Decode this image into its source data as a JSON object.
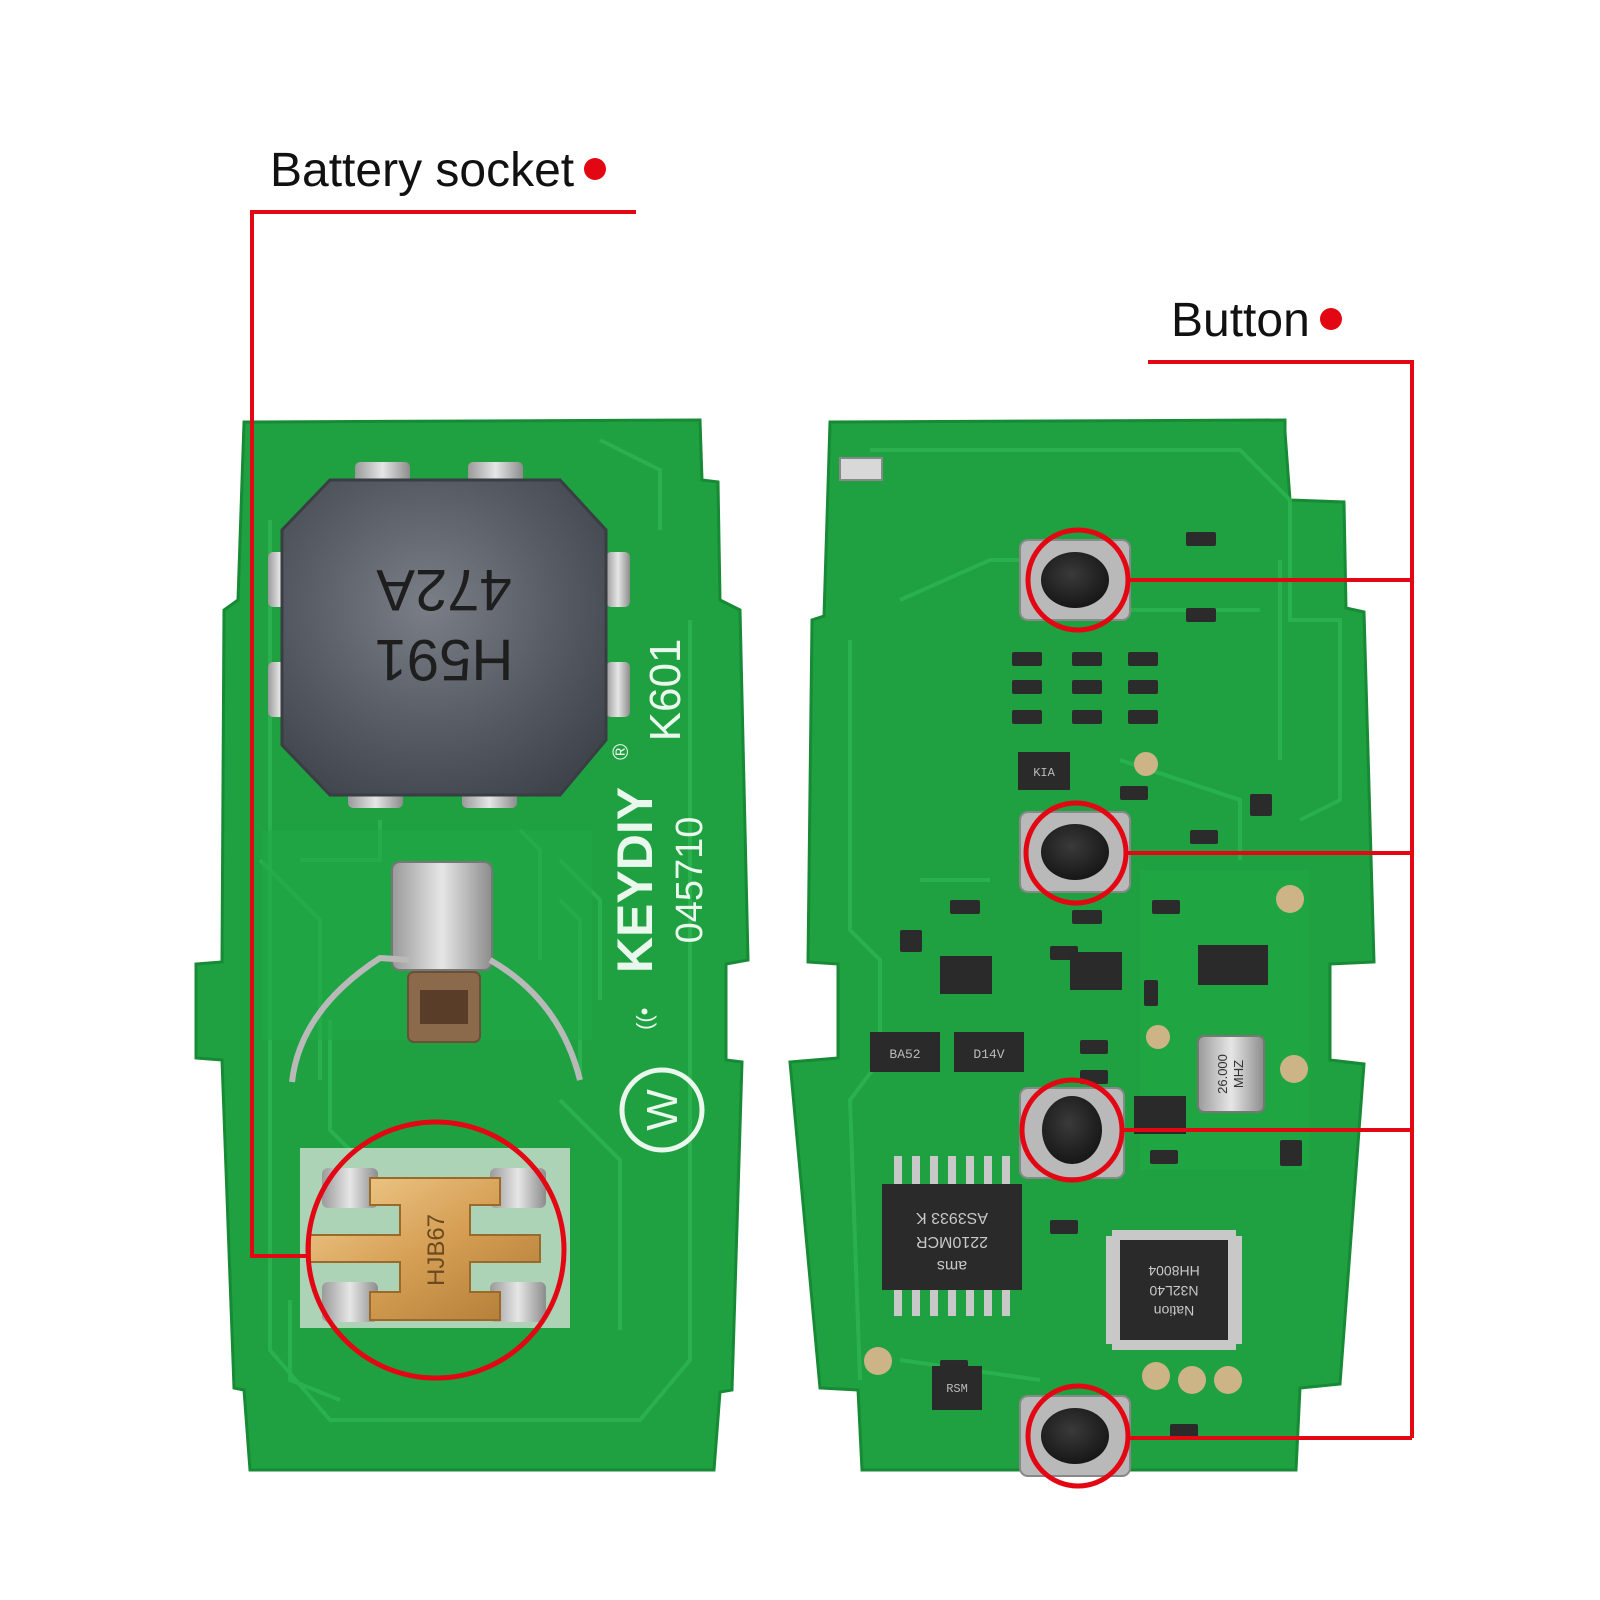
{
  "callouts": {
    "battery_socket": {
      "label": "Battery socket"
    },
    "button": {
      "label": "Button"
    }
  },
  "left_board": {
    "inductor_marking_line1": "H591",
    "inductor_marking_line2": "472A",
    "model_text": "K601",
    "brand_text": "KEYDIY",
    "registered_mark": "®",
    "serial_text": "045710",
    "logo_letter": "W",
    "contact_marking": "HJB67"
  },
  "right_board": {
    "crystal_line1": "26.000",
    "crystal_line2": "MHZ",
    "chip1_line1": "ams",
    "chip1_line2": "2210MCR",
    "chip1_line3": "AS3933 K",
    "mcu_line1": "Nation",
    "mcu_line2": "N32L40",
    "mcu_line3": "HH8004",
    "transistor1": "BA52",
    "transistor2": "D14V",
    "ic_small": "KIA",
    "ic_bottom": "RSM"
  },
  "colors": {
    "pcb_green": "#1fa041",
    "pcb_trace": "#2bb34f",
    "callout_red": "#e30613",
    "pad_silver": "#c9c9c9",
    "gold_contact": "#d9a45a"
  }
}
